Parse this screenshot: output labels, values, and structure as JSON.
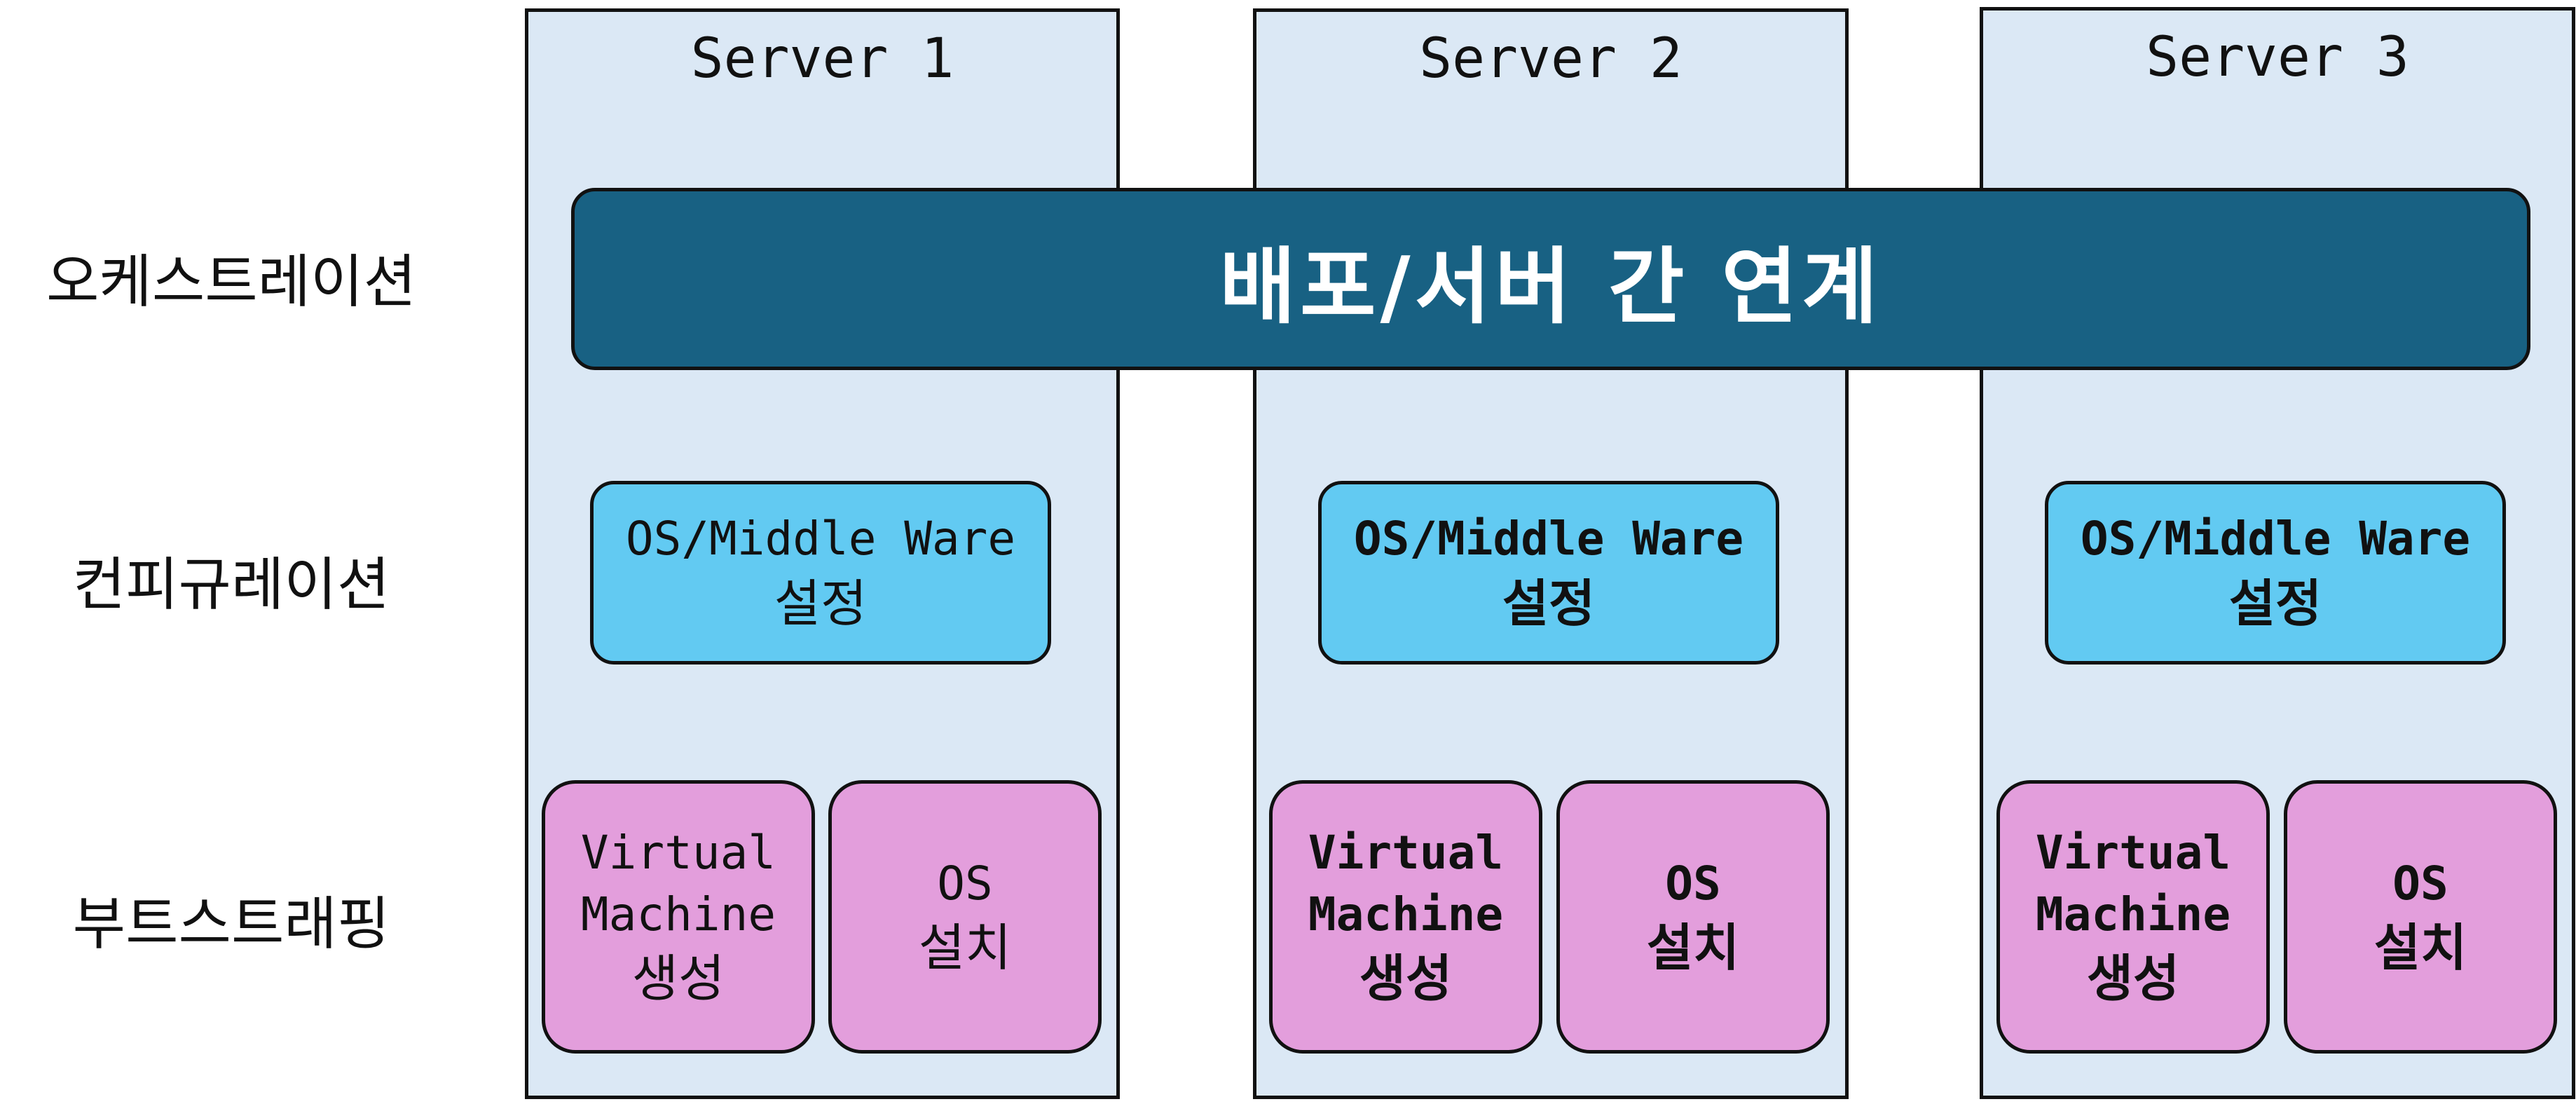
{
  "row_labels": {
    "orchestration": "오케스트레이션",
    "configuration": "컨피규레이션",
    "bootstrapping": "부트스트래핑"
  },
  "banner": {
    "label": "배포/서버 간 연계"
  },
  "servers": [
    {
      "title": "Server 1",
      "config_line1": "OS/Middle Ware",
      "config_line2": "설정",
      "vm_line1": "Virtual",
      "vm_line2": "Machine",
      "vm_line3": "생성",
      "os_line1": "OS",
      "os_line2": "설치"
    },
    {
      "title": "Server 2",
      "config_line1": "OS/Middle Ware",
      "config_line2": "설정",
      "vm_line1": "Virtual",
      "vm_line2": "Machine",
      "vm_line3": "생성",
      "os_line1": "OS",
      "os_line2": "설치"
    },
    {
      "title": "Server 3",
      "config_line1": "OS/Middle Ware",
      "config_line2": "설정",
      "vm_line1": "Virtual",
      "vm_line2": "Machine",
      "vm_line3": "생성",
      "os_line1": "OS",
      "os_line2": "설치"
    }
  ],
  "colors": {
    "server_fill": "#dbe8f5",
    "banner_fill": "#186183",
    "config_fill": "#62caf2",
    "boot_fill": "#e39edc"
  }
}
